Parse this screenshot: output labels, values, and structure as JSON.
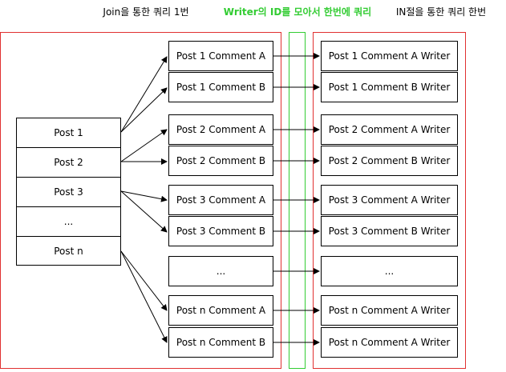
{
  "headers": {
    "left": "Join을 통한 쿼리 1번",
    "middle": "Writer의 ID를 모아서 한번에 쿼리",
    "right": "IN절을 통한 쿼리 한번"
  },
  "colors": {
    "left_frame": "#e03030",
    "middle_frame": "#33cc33",
    "right_frame": "#e03030",
    "middle_title": "#33cc33",
    "box_stroke": "#000000",
    "text": "#000000"
  },
  "posts": [
    "Post 1",
    "Post 2",
    "Post 3",
    "...",
    "Post n"
  ],
  "comments": [
    "Post 1 Comment A",
    "Post 1 Comment B",
    "Post 2 Comment A",
    "Post 2 Comment B",
    "Post 3 Comment A",
    "Post 3 Comment B",
    "...",
    "Post n Comment A",
    "Post n Comment B"
  ],
  "writers": [
    "Post 1 Comment A Writer",
    "Post 1 Comment B Writer",
    "Post 2 Comment A Writer",
    "Post 2 Comment B Writer",
    "Post 3 Comment A Writer",
    "Post 3 Comment B Writer",
    "...",
    "Post n Comment A Writer",
    "Post n Comment A Writer"
  ]
}
